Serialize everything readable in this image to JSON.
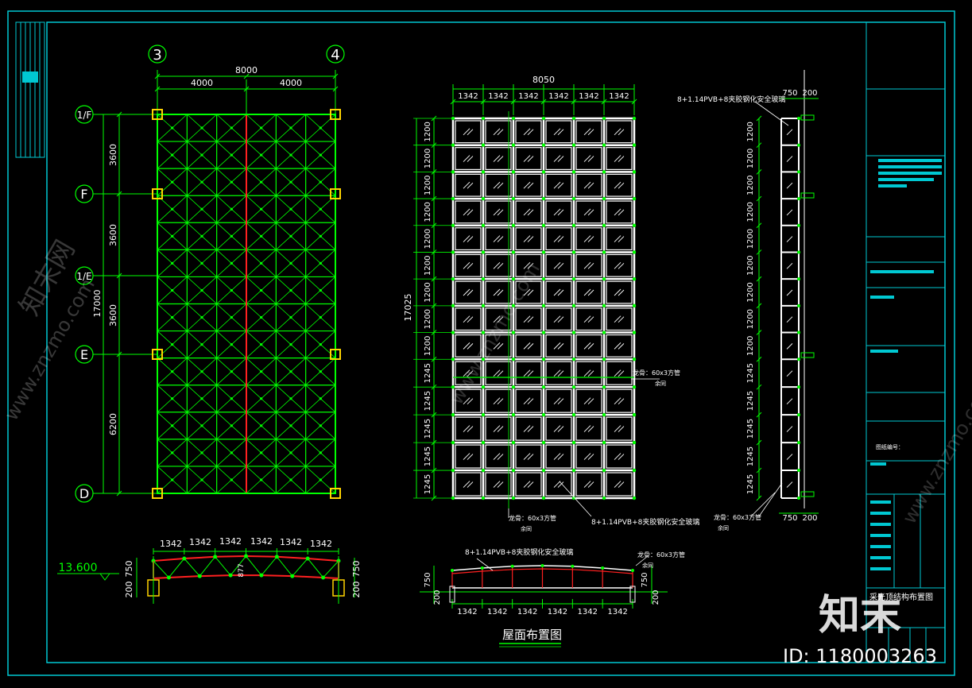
{
  "colors": {
    "background": "#000000",
    "frame": "#00c8d2",
    "grid_member": "#00ff00",
    "ridge": "#ff2020",
    "dimension": "#00ff00",
    "glass_frame": "#ffffff",
    "support": "#ffd400",
    "text": "#ffffff"
  },
  "plan": {
    "axis_top": [
      "3",
      "4"
    ],
    "axis_left": [
      "1/F",
      "F",
      "1/E",
      "E",
      "D"
    ],
    "dim_total_x": "8000",
    "dim_half_x": [
      "4000",
      "4000"
    ],
    "dim_total_y": "17000",
    "dim_segments_y": [
      "3600",
      "3600",
      "3600",
      "6200"
    ]
  },
  "plan_section": {
    "elevation": "13.600",
    "dims_top": [
      "1342",
      "1342",
      "1342",
      "1342",
      "1342",
      "1342"
    ],
    "height": "750",
    "base": "200",
    "mid_label": "877"
  },
  "roof_plan": {
    "dim_total_x": "8050",
    "dims_x": [
      "1342",
      "1342",
      "1342",
      "1342",
      "1342",
      "1342"
    ],
    "dim_total_y": "17025",
    "dims_y": [
      "1200",
      "1200",
      "1200",
      "1200",
      "1200",
      "1200",
      "1200",
      "1200",
      "1200",
      "1245",
      "1245",
      "1245",
      "1245",
      "1245"
    ],
    "note_keel_right": "龙骨：60x3方管",
    "note_keel_right_sub": "余同",
    "note_keel_bottom": "龙骨：60x3方管",
    "note_keel_bottom_sub": "余同",
    "note_glass_bottom": "8+1.14PVB+8夹胶钢化安全玻璃"
  },
  "side_view": {
    "note_glass_top": "8+1.14PVB+8夹胶钢化安全玻璃",
    "dim_top": [
      "750",
      "200"
    ],
    "dim_bottom": [
      "750",
      "200"
    ],
    "dims_y": [
      "1200",
      "1200",
      "1200",
      "1200",
      "1200",
      "1200",
      "1200",
      "1200",
      "1200",
      "1245",
      "1245",
      "1245",
      "1245",
      "1245"
    ],
    "note_keel": "龙骨：60x3方管",
    "note_keel_sub": "余同"
  },
  "roof_section": {
    "note_glass": "8+1.14PVB+8夹胶钢化安全玻璃",
    "note_keel": "龙骨：60x3方管",
    "note_keel_sub": "余同",
    "dims_bottom": [
      "1342",
      "1342",
      "1342",
      "1342",
      "1342",
      "1342"
    ],
    "height": "750",
    "base": "200"
  },
  "drawing_title": "屋面布置图",
  "title_block": {
    "drawing_name": "采光顶结构布置图",
    "design_label": "图纸编号："
  },
  "watermark": {
    "brand": "知末",
    "id_text": "ID: 1180003263",
    "site_text": "www.znzmo.com",
    "brand_small": "知末网"
  }
}
